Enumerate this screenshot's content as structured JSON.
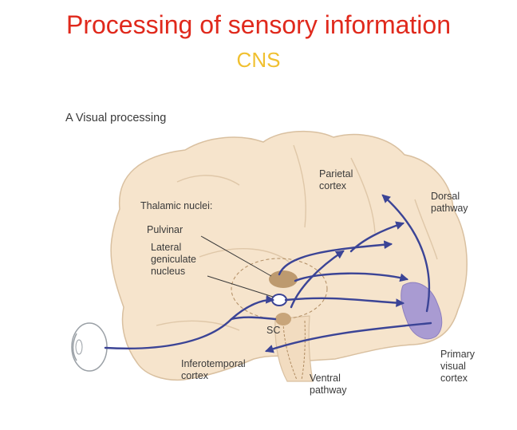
{
  "title": "Processing of sensory information",
  "subtitle": "CNS",
  "colors": {
    "title": "#e0291c",
    "subtitle": "#f0c030",
    "brain_fill": "#f6e4cc",
    "brain_stroke": "#d9c0a0",
    "pathway": "#3b4496",
    "visual_cortex": "#a99bd2",
    "nucleus": "#bd9a6f"
  },
  "panel_label": "A Visual processing",
  "labels": {
    "thalamic_nuclei": "Thalamic nuclei:",
    "pulvinar": "Pulvinar",
    "lgn": [
      "Lateral",
      "geniculate",
      "nucleus"
    ],
    "sc": "SC",
    "parietal": [
      "Parietal",
      "cortex"
    ],
    "dorsal": [
      "Dorsal",
      "pathway"
    ],
    "inferotemporal": [
      "Inferotemporal",
      "cortex"
    ],
    "ventral": [
      "Ventral",
      "pathway"
    ],
    "primary_visual": [
      "Primary",
      "visual",
      "cortex"
    ]
  }
}
